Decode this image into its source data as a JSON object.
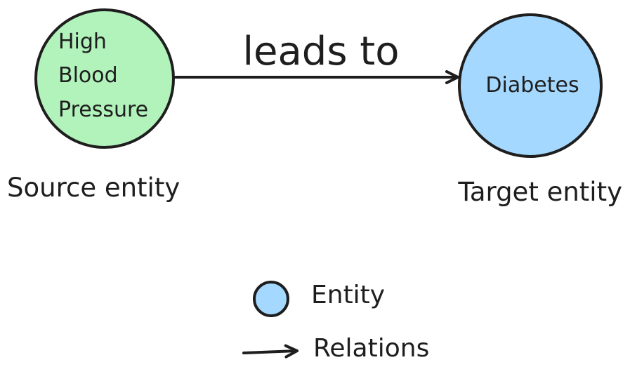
{
  "diagram": {
    "source": {
      "label_lines": [
        "High",
        "Blood",
        "Pressure"
      ],
      "fill": "#b2f2bb",
      "caption": "Source entity"
    },
    "target": {
      "label": "Diabetes",
      "fill": "#a5d8ff",
      "caption": "Target entity"
    },
    "relation": {
      "label": "leads to"
    },
    "stroke_color": "#1e1e1e"
  },
  "legend": {
    "entity_label": "Entity",
    "entity_fill": "#a5d8ff",
    "relation_label": "Relations"
  }
}
